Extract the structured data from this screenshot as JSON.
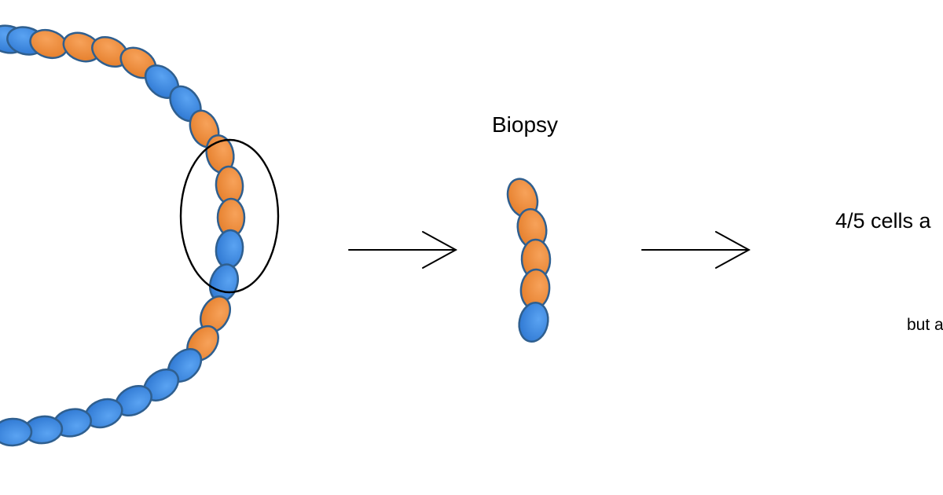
{
  "labels": {
    "biopsy": "Biopsy",
    "result_text": "4/5 cells a",
    "note_text": "but a"
  },
  "colors": {
    "blue_fill": "#3b86e0",
    "orange_fill": "#ef8d3e",
    "cell_stroke": "#2f5f8f",
    "line": "#000000"
  },
  "diagram": {
    "ring_cell_colors": [
      "blue",
      "blue",
      "orange",
      "orange",
      "orange",
      "orange",
      "blue",
      "blue",
      "orange",
      "orange",
      "orange",
      "orange",
      "blue",
      "blue",
      "orange",
      "orange",
      "blue",
      "blue",
      "blue",
      "blue",
      "blue"
    ],
    "biopsy_cell_colors": [
      "orange",
      "orange",
      "orange",
      "orange",
      "blue"
    ],
    "biopsy_summary": {
      "orange_cells": 4,
      "total_cells": 5
    }
  }
}
